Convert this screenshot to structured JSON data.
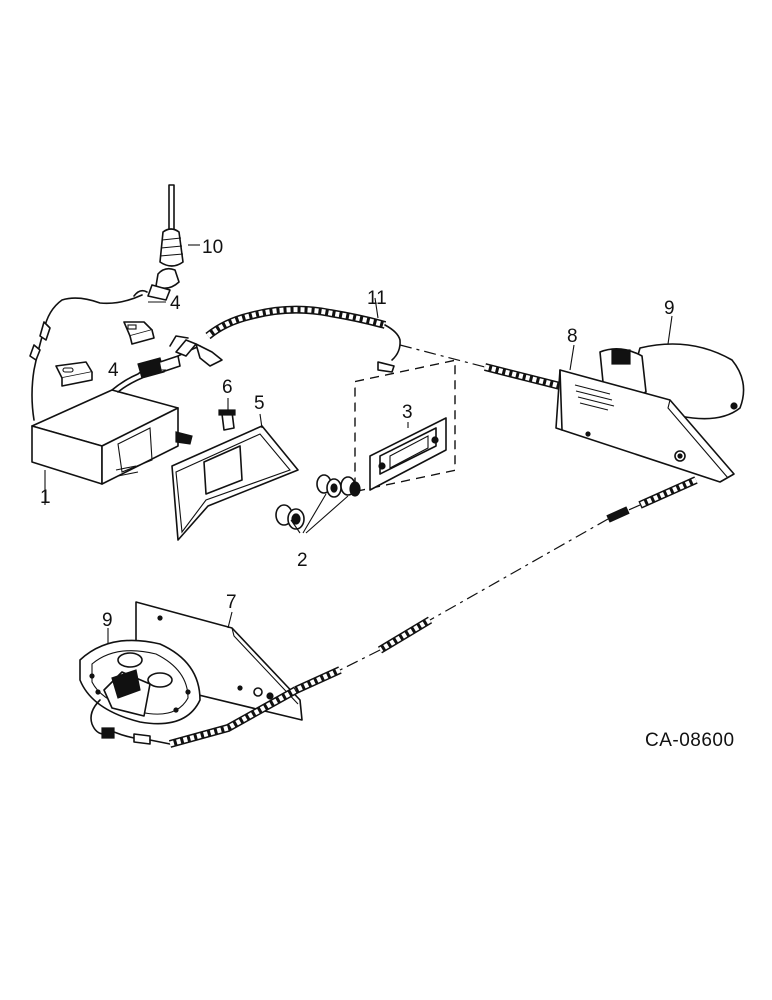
{
  "callouts": {
    "c1": "1",
    "c2": "2",
    "c3": "3",
    "c4a": "4",
    "c4b": "4",
    "c5": "5",
    "c6": "6",
    "c7": "7",
    "c8": "8",
    "c9a": "9",
    "c9b": "9",
    "c10": "10",
    "c11": "11"
  },
  "reference_code": "CA-08600"
}
